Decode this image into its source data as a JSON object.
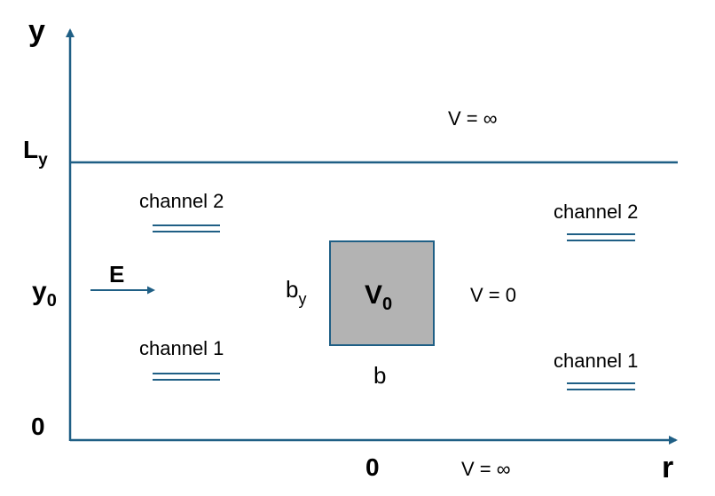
{
  "colors": {
    "line": "#1f5f85",
    "box_fill": "#b3b3b3",
    "box_stroke": "#1f5f85",
    "text": "#000000"
  },
  "axes": {
    "y_axis_label": "y",
    "x_axis_label": "r",
    "y_tick_Ly_main": "L",
    "y_tick_Ly_sub": "y",
    "y_tick_y0_main": "y",
    "y_tick_y0_sub": "0",
    "y_tick_zero": "0",
    "x_tick_zero": "0"
  },
  "regions": {
    "potential_top": "V = ∞",
    "potential_bottom": "V = ∞",
    "potential_inside": "V = 0"
  },
  "field": {
    "label": "E"
  },
  "box": {
    "potential_main": "V",
    "potential_sub": "0",
    "height_main": "b",
    "height_sub": "y",
    "width_label": "b"
  },
  "channels": {
    "left_upper": "channel 2",
    "left_lower": "channel 1",
    "right_upper": "channel 2",
    "right_lower": "channel 1"
  }
}
